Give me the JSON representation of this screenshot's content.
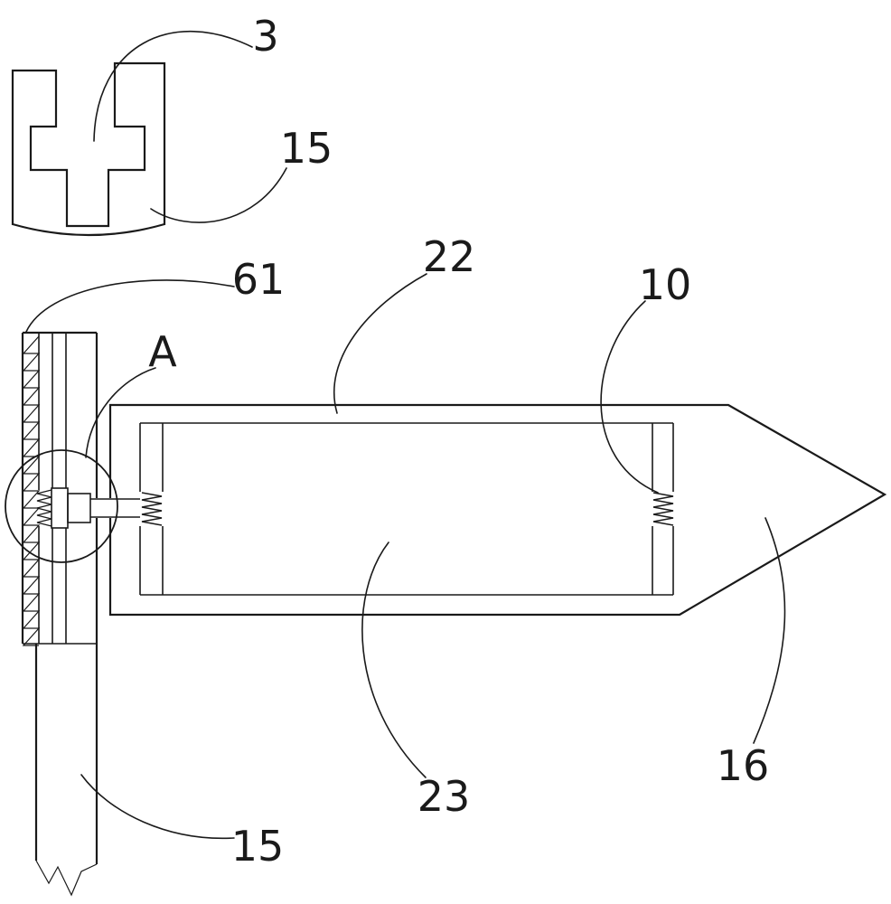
{
  "figure": {
    "kind": "patent-style technical line drawing",
    "background_color": "#ffffff",
    "line_color": "#1a1a1a"
  },
  "labels": {
    "ref3": "3",
    "ref15_top": "15",
    "ref61": "61",
    "ref22": "22",
    "ref10": "10",
    "refA": "A",
    "ref23": "23",
    "ref16": "16",
    "ref15_bottom": "15"
  }
}
